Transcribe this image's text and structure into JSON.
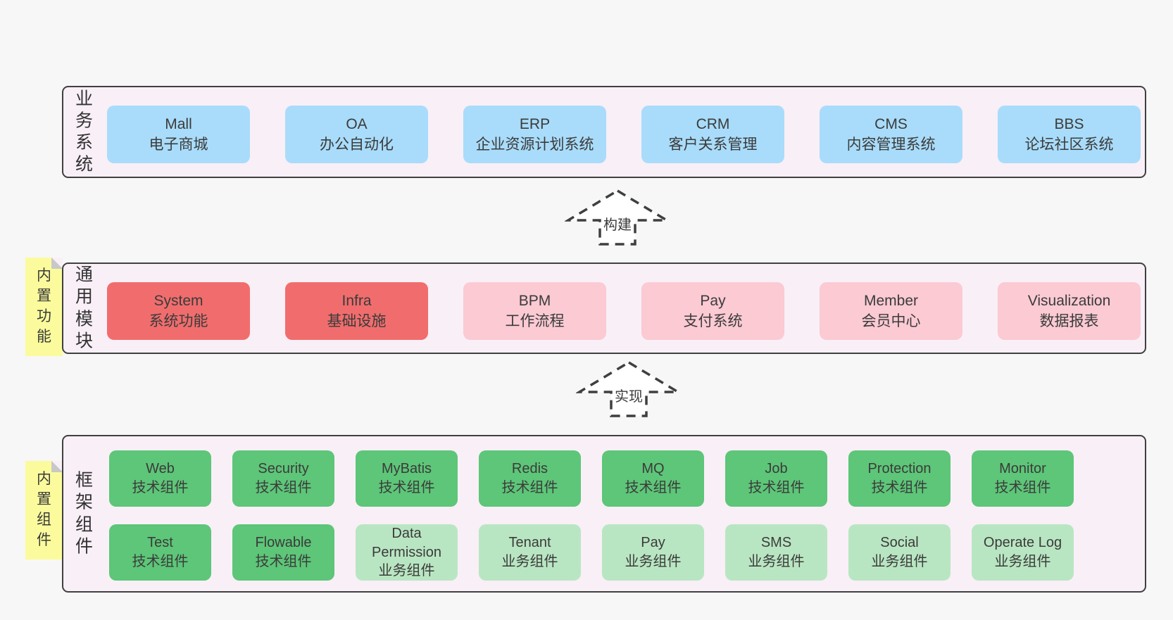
{
  "colors": {
    "page": "#f7f7f7",
    "band-bg": "#f9eff7",
    "band-border": "#404040",
    "blue": "#a9dcfa",
    "red": "#f16d6d",
    "pink": "#fbcad3",
    "green": "#5dc678",
    "green-light": "#b9e6c2",
    "yellow": "#fbfb9d",
    "fold": "#c8c8c8",
    "ink": "#3b3b3b",
    "arrow": "#3f3f3f"
  },
  "bands": {
    "business": {
      "label": "业务系统",
      "boxes": [
        {
          "en": "Mall",
          "zh": "电子商城",
          "variant": "blue"
        },
        {
          "en": "OA",
          "zh": "办公自动化",
          "variant": "blue"
        },
        {
          "en": "ERP",
          "zh": "企业资源计划系统",
          "variant": "blue"
        },
        {
          "en": "CRM",
          "zh": "客户关系管理",
          "variant": "blue"
        },
        {
          "en": "CMS",
          "zh": "内容管理系统",
          "variant": "blue"
        },
        {
          "en": "BBS",
          "zh": "论坛社区系统",
          "variant": "blue"
        }
      ]
    },
    "modules": {
      "label": "通用模块",
      "sticky": "内置功能",
      "boxes": [
        {
          "en": "System",
          "zh": "系统功能",
          "variant": "red"
        },
        {
          "en": "Infra",
          "zh": "基础设施",
          "variant": "red"
        },
        {
          "en": "BPM",
          "zh": "工作流程",
          "variant": "pink"
        },
        {
          "en": "Pay",
          "zh": "支付系统",
          "variant": "pink"
        },
        {
          "en": "Member",
          "zh": "会员中心",
          "variant": "pink"
        },
        {
          "en": "Visualization",
          "zh": "数据报表",
          "variant": "pink"
        }
      ]
    },
    "framework": {
      "label": "框架组件",
      "sticky": "内置组件",
      "row1": [
        {
          "en": "Web",
          "zh": "技术组件",
          "variant": "green"
        },
        {
          "en": "Security",
          "zh": "技术组件",
          "variant": "green"
        },
        {
          "en": "MyBatis",
          "zh": "技术组件",
          "variant": "green"
        },
        {
          "en": "Redis",
          "zh": "技术组件",
          "variant": "green"
        },
        {
          "en": "MQ",
          "zh": "技术组件",
          "variant": "green"
        },
        {
          "en": "Job",
          "zh": "技术组件",
          "variant": "green"
        },
        {
          "en": "Protection",
          "zh": "技术组件",
          "variant": "green"
        },
        {
          "en": "Monitor",
          "zh": "技术组件",
          "variant": "green"
        }
      ],
      "row2": [
        {
          "en": "Test",
          "zh": "技术组件",
          "variant": "green"
        },
        {
          "en": "Flowable",
          "zh": "技术组件",
          "variant": "green"
        },
        {
          "en": "Data Permission",
          "zh": "业务组件",
          "variant": "green-light"
        },
        {
          "en": "Tenant",
          "zh": "业务组件",
          "variant": "green-light"
        },
        {
          "en": "Pay",
          "zh": "业务组件",
          "variant": "green-light"
        },
        {
          "en": "SMS",
          "zh": "业务组件",
          "variant": "green-light"
        },
        {
          "en": "Social",
          "zh": "业务组件",
          "variant": "green-light"
        },
        {
          "en": "Operate Log",
          "zh": "业务组件",
          "variant": "green-light"
        }
      ]
    }
  },
  "arrows": {
    "build": {
      "label": "构建"
    },
    "implement": {
      "label": "实现"
    }
  }
}
